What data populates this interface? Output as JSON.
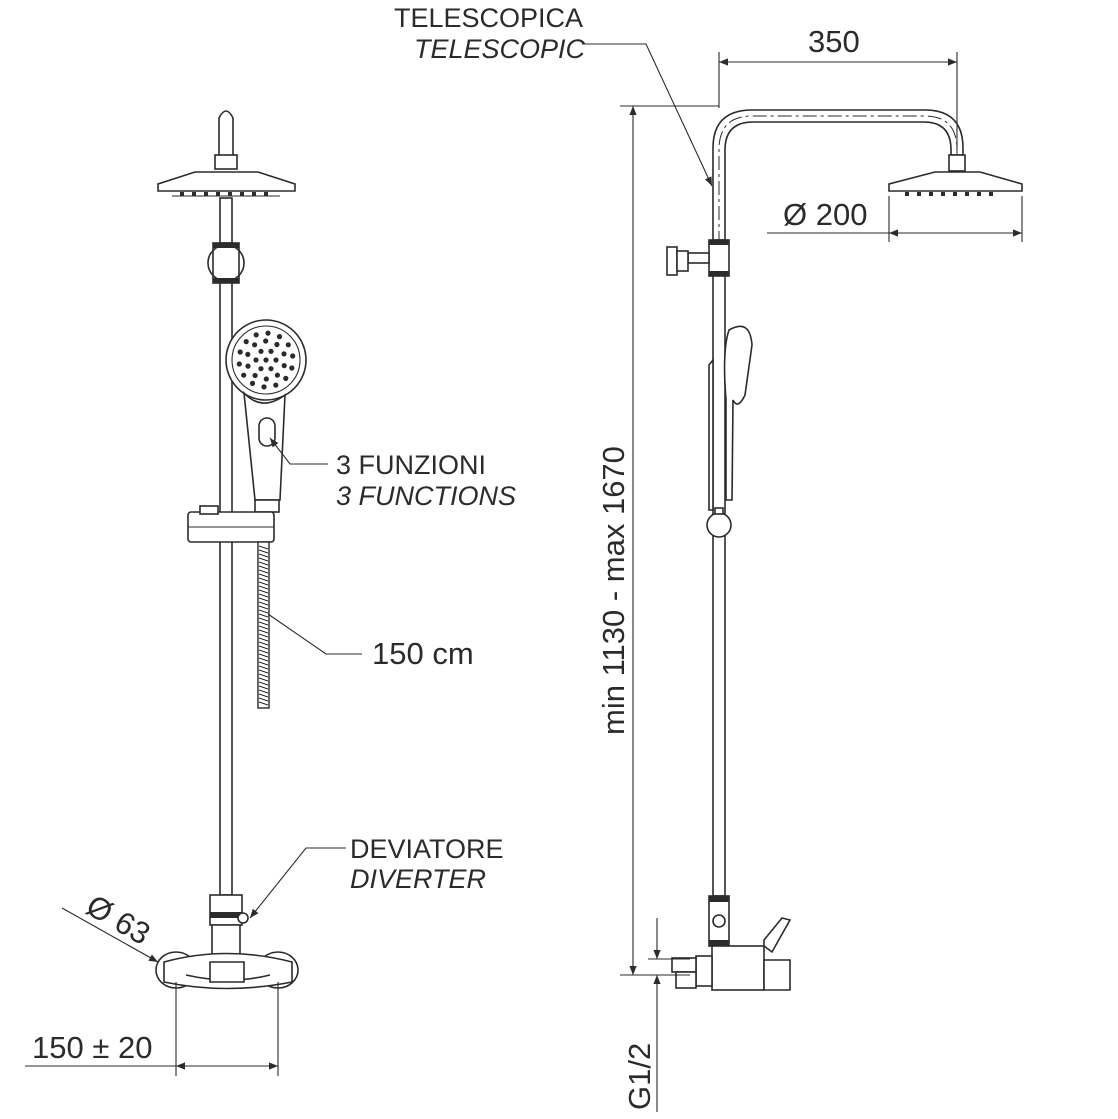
{
  "labels": {
    "telescopic_it": "TELESCOPICA",
    "telescopic_en": "TELESCOPIC",
    "arm_length": "350",
    "head_diameter": "Ø 200",
    "functions_it": "3 FUNZIONI",
    "functions_en": "3 FUNCTIONS",
    "hose_length": "150 cm",
    "height_range": "min 1130  -  max 1670",
    "diverter_it": "DEVIATORE",
    "diverter_en": "DIVERTER",
    "flange_diameter": "Ø 63",
    "inlet_spacing": "150 ± 20",
    "thread_size": "G1/2"
  }
}
